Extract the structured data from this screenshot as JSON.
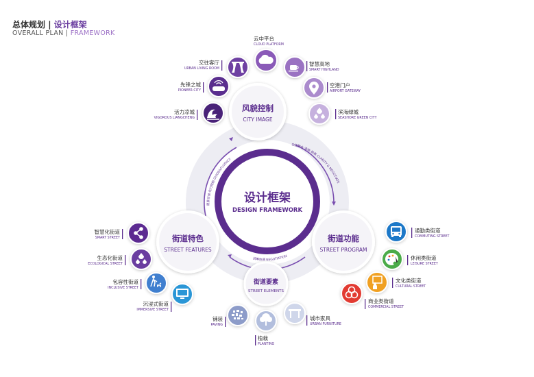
{
  "header": {
    "title_zh": "总体规划",
    "title_zh_sep": "|",
    "title_zh_accent": "设计框架",
    "title_en": "OVERALL PLAN",
    "title_en_sep": "|",
    "title_en_accent": "FRAMEWORK"
  },
  "center": {
    "zh": "设计框架",
    "en": "DESIGN FRAMEWORK"
  },
  "ring_labels": {
    "left": "愿景引领·先行控制 GUIDE&FLUENCY",
    "right": "功能融合·清晰·协商 CLARITY & NEGOTIATE",
    "bottom": "统筹协调 NEGOTIATION"
  },
  "hubs": {
    "city_image": {
      "zh": "风貌控制",
      "en": "CITY IMAGE"
    },
    "street_features": {
      "zh": "街道特色",
      "en": "STREET FEATURES"
    },
    "street_program": {
      "zh": "街道功能",
      "en": "STREET PROGRAM"
    },
    "street_elements": {
      "zh": "街道要素",
      "en": "STREET ELEMENTS"
    }
  },
  "city_image_items": [
    {
      "zh": "云中平台",
      "en": "CLOUD PLATFORM",
      "icon": "cloud-icon",
      "color": "#8a5ab8"
    },
    {
      "zh": "智慧高地",
      "en": "SMART HIGHLAND",
      "icon": "coffee-cup-icon",
      "color": "#9a72c2"
    },
    {
      "zh": "空港门户",
      "en": "AIRPORT GATEWAY",
      "icon": "location-pin-icon",
      "color": "#ab8bcd"
    },
    {
      "zh": "滨海绿城",
      "en": "SEASHORE GREEN CITY",
      "icon": "water-drops-icon",
      "color": "#c6b1de"
    },
    {
      "zh": "交往客厅",
      "en": "URBAN LIVING ROOM",
      "icon": "curtain-icon",
      "color": "#6e3fa2"
    },
    {
      "zh": "先锋之城",
      "en": "PIONEER CITY",
      "icon": "vr-glasses-icon",
      "color": "#5a2d8e"
    },
    {
      "zh": "活力凉城",
      "en": "VIGOROUS LIANGCHENG",
      "icon": "wave-icon",
      "color": "#4a2478"
    }
  ],
  "street_feature_items": [
    {
      "zh": "智慧化街道",
      "en": "SMART STREET",
      "icon": "share-icon",
      "color": "#5b2c91"
    },
    {
      "zh": "生态化街道",
      "en": "ECOLOGICAL STREET",
      "icon": "drops-icon",
      "color": "#6a3da0"
    },
    {
      "zh": "包容性街道",
      "en": "INCLUSIVE STREET",
      "icon": "dog-walker-icon",
      "color": "#3f7fcf"
    },
    {
      "zh": "沉浸式街道",
      "en": "IMMERSIVE STREET",
      "icon": "monitor-icon",
      "color": "#2a96d6"
    }
  ],
  "street_program_items": [
    {
      "zh": "通勤类街道",
      "en": "COMMUTING STREET",
      "icon": "bus-icon",
      "color": "#1f78c8"
    },
    {
      "zh": "休闲类街道",
      "en": "LEISURE STREET",
      "icon": "palette-icon",
      "color": "#4cab49"
    },
    {
      "zh": "文化类街道",
      "en": "CULTURAL STREET",
      "icon": "person-board-icon",
      "color": "#f0a020"
    },
    {
      "zh": "商业类街道",
      "en": "COMMERCIAL STREET",
      "icon": "circles-icon",
      "color": "#e23a32"
    }
  ],
  "street_element_items": [
    {
      "zh": "铺装",
      "en": "PAVING",
      "icon": "paving-icon",
      "color": "#8d9cc9"
    },
    {
      "zh": "植栽",
      "en": "PLANTING",
      "icon": "tree-icon",
      "color": "#b2bedd"
    },
    {
      "zh": "城市家具",
      "en": "URBAN FURNITURE",
      "icon": "table-icon",
      "color": "#cfd6ea"
    }
  ]
}
